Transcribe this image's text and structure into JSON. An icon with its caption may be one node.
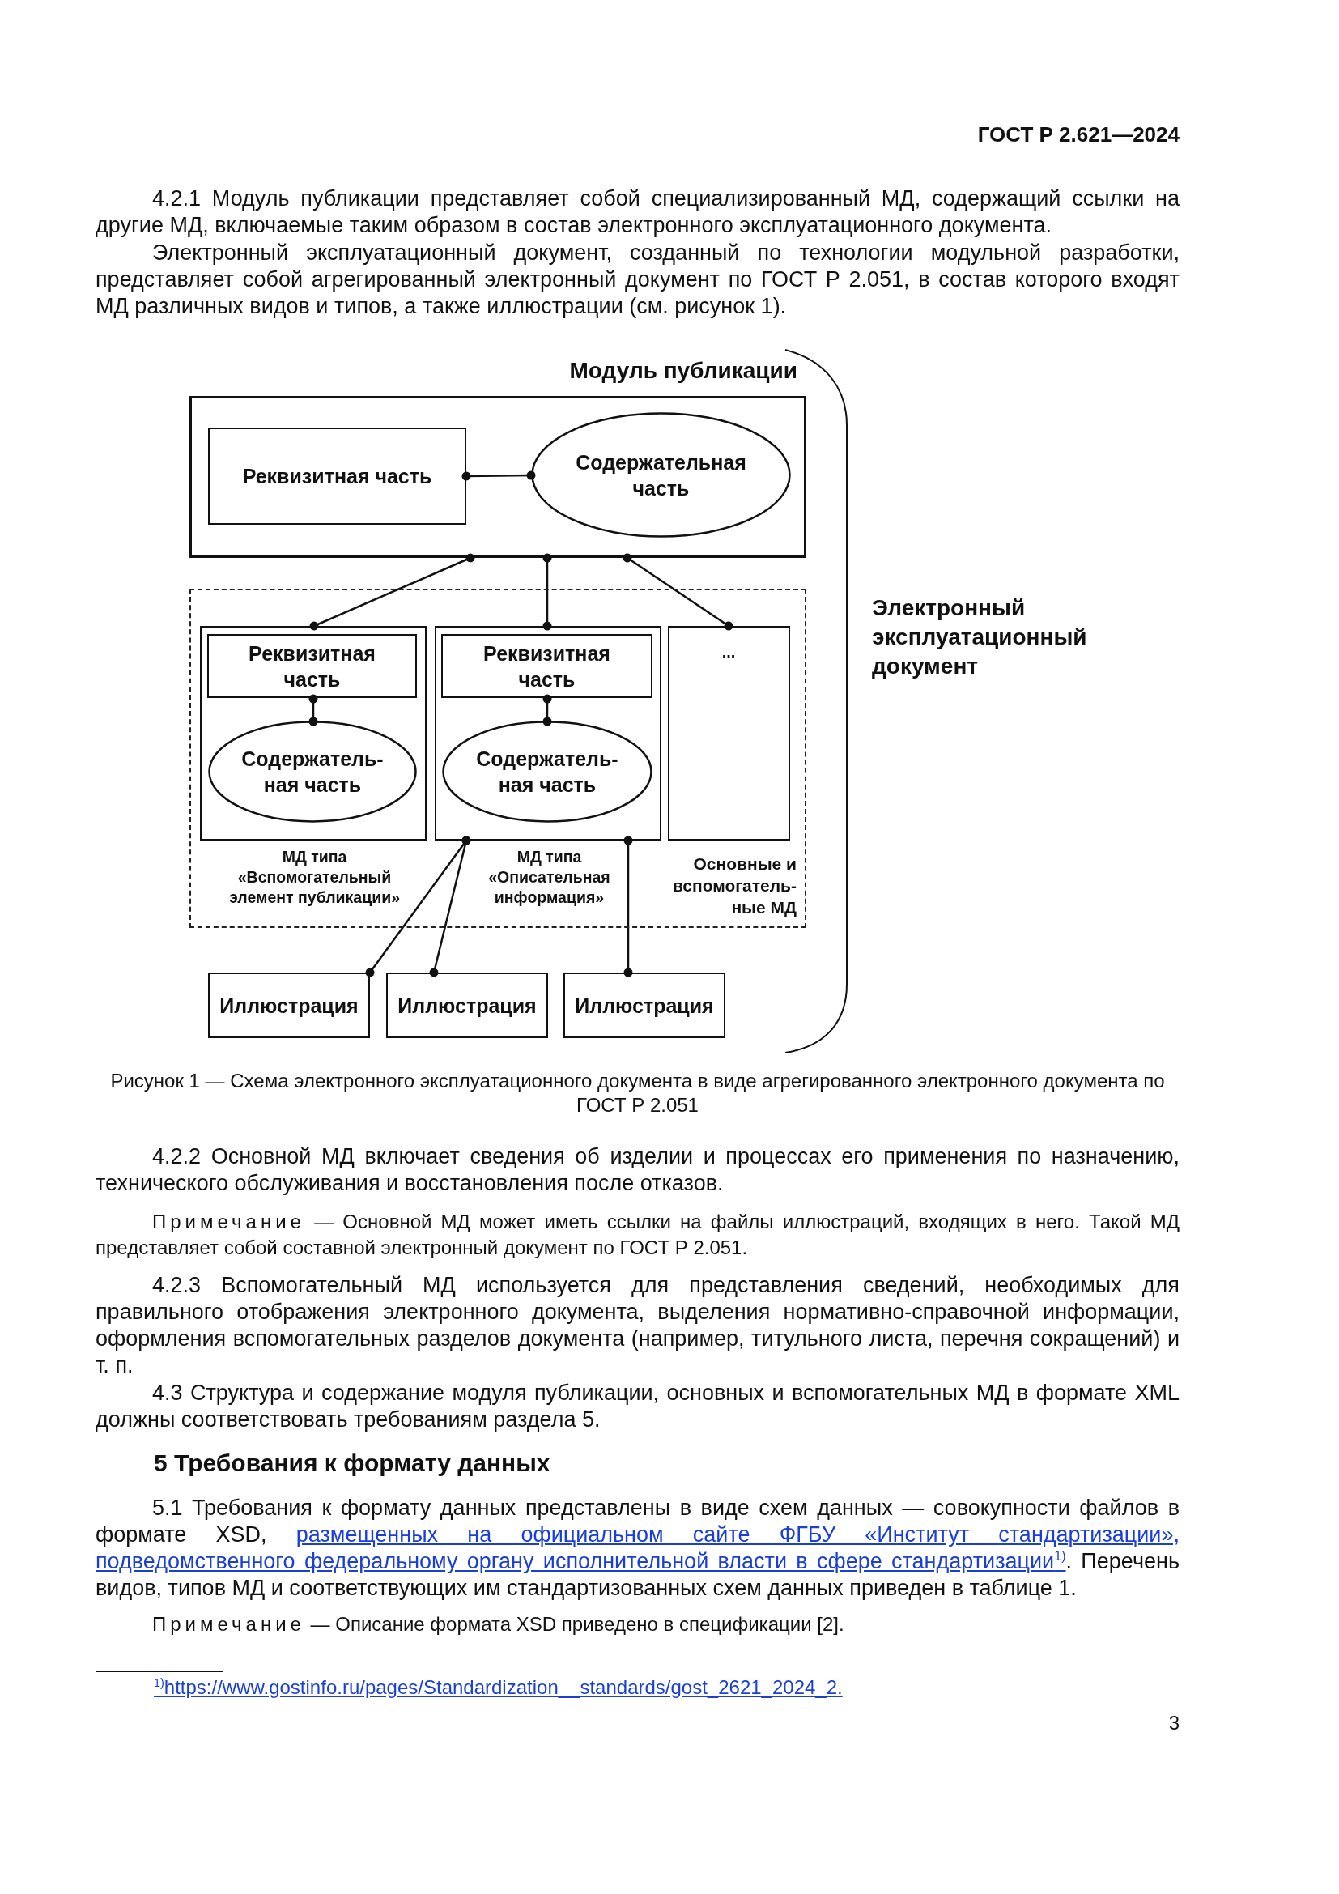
{
  "diagram": {
    "caption": "Рисунок 1 — Схема электронного эксплуатационного документа в виде агрегированного электронного документа по ГОСТ Р 2.051",
    "nodes": [
      {
        "text": [
          "Модуль публикации"
        ]
      },
      {
        "text": [
          "Реквизитная часть"
        ],
        "in": 0
      },
      {
        "text": [
          "Содержательная часть"
        ],
        "in": 0
      },
      {
        "text": [
          "Основные и вспомогатель-ные МД"
        ]
      },
      {
        "text": [],
        "shape": "box",
        "in": 3,
        "beside": [
          "МД типа «Вспомогательный элемент публикации»"
        ]
      },
      {
        "text": [
          "Реквизитная часть"
        ],
        "in": 4
      },
      {
        "text": [
          "Содержатель-ная часть"
        ],
        "in": 4
      },
      {
        "text": [],
        "shape": "box",
        "in": 3,
        "beside": [
          "МД типа «Описательная информация»"
        ]
      },
      {
        "text": [
          "Реквизитная часть"
        ],
        "in": 7
      },
      {
        "text": [
          "Содержатель-ная часть"
        ],
        "in": 7
      },
      {
        "text": [
          "..."
        ],
        "in": 3
      },
      {
        "text": [
          "Иллюстрация"
        ]
      },
      {
        "text": [
          "Иллюстрация"
        ]
      },
      {
        "text": [
          "Иллюстрация"
        ]
      }
    ],
    "edges": [
      {
        "from": 1,
        "to": 2,
        "arrow": "other"
      },
      {
        "from": 0,
        "to": 4,
        "arrow": "other"
      },
      {
        "from": 0,
        "to": 7,
        "arrow": "other"
      },
      {
        "from": 0,
        "to": 10,
        "arrow": "other"
      },
      {
        "from": 5,
        "to": 6,
        "arrow": "other"
      },
      {
        "from": 8,
        "to": 9,
        "arrow": "other"
      },
      {
        "from": 7,
        "to": 11,
        "arrow": "other"
      },
      {
        "from": 7,
        "to": 12,
        "arrow": "other"
      },
      {
        "from": 7,
        "to": 13,
        "arrow": "other"
      }
    ],
    "labels": [
      "ГОСТ Р 2.621—2024",
      "4.2.1 Модуль публикации представляет собой специализированный МД, содержащий ссылки на другие МД, включаемые таким образом в состав электронного эксплуатационного документа.",
      "Электронный эксплуатационный документ, созданный по технологии модульной разработки, представляет собой агрегированный электронный документ по ГОСТ Р 2.051, в состав которого входят МД различных видов и типов, а также иллюстрации (см. рисунок 1).",
      "Электронный эксплуатационный документ",
      "4.2.2 Основной МД включает сведения об изделии и процессах его применения по назначению, технического обслуживания и восстановления после отказов.",
      "Примечание — Основной МД может иметь ссылки на файлы иллюстраций, входящих в него. Такой МД представляет собой составной электронный документ по ГОСТ Р 2.051.",
      "4.2.3 Вспомогательный МД используется для представления сведений, необходимых для правильного отображения электронного документа, выделения нормативно-справочной информации, оформления вспомогательных разделов документа (например, титульного листа, перечня сокращений) и т. п.",
      "4.3 Структура и содержание модуля публикации, основных и вспомогательных МД в формате XML должны соответствовать требованиям раздела 5.",
      "5 Требования к формату данных",
      "5.1 Требования к формату данных представлены в виде схем данных — совокупности файлов в формате XSD,",
      "размещенных на официальном сайте ФГБУ «Институт стандартизации», подведомственного федеральному органу исполнительной власти в сфере стандартизации$^{1)}$",
      ". Перечень видов, типов МД и соответствующих им стандартизованных схем данных приведен в таблице 1.",
      "Примечание — Описание формата XSD приведено в спецификации [2].",
      "$^{1)}$https://www.gostinfo.ru/pages/Standardization__standards/gost_2621_2024_2.",
      "3"
    ]
  }
}
